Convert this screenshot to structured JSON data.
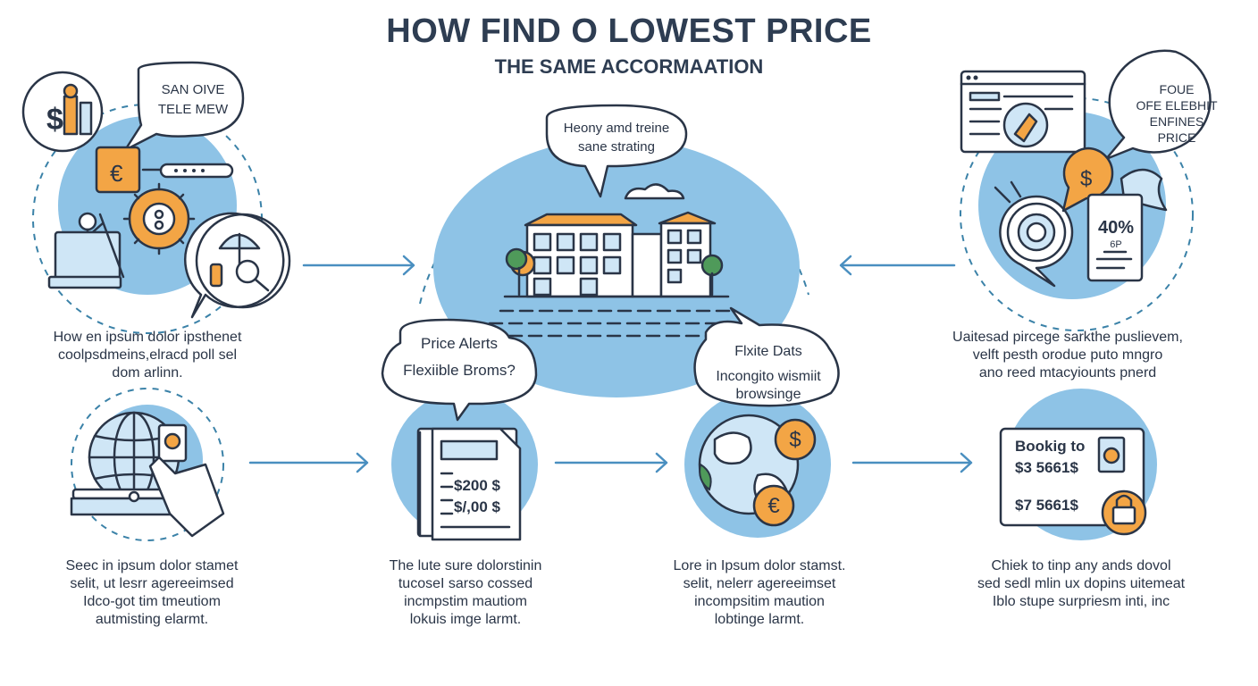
{
  "header": {
    "title": "HOW FIND O LOWEST PRICE",
    "subtitle": "THE SAME ACCORMAATION"
  },
  "bubbles": {
    "top_left": [
      "SAN OIVE",
      "TELE MEW"
    ],
    "center_top": [
      "Heony amd treine",
      "sane strating"
    ],
    "top_right": [
      "FOUE",
      "OFE ELEBHIT",
      "ENFINES",
      "PRICE"
    ],
    "price_alerts": [
      "Price Alerts",
      "Flexiible Broms?"
    ],
    "flexible_dates": [
      "Flxite Dats",
      "Incongito wismiit",
      "browsinge"
    ]
  },
  "captions": {
    "top_left": [
      "How en ipsum dolor ipsthenet",
      "coolpsdmeins,elracd poll sel",
      "dom arlinn."
    ],
    "top_right": [
      "Uaitesad pircege sarkthe puslievem,",
      "velft pesth orodue puto mngro",
      "ano reed mtacyiounts pnerd"
    ],
    "bottom_1": [
      "Seec in ipsum dolor stamet",
      "selit, ut lesrr agereeimsed",
      "Idco-got tim tmeutiom",
      "autmisting elarmt."
    ],
    "bottom_2": [
      "The lute sure dolorstinin",
      "tucoseI sarso cossed",
      "incmpstim mautiom",
      "lokuis imge larmt."
    ],
    "bottom_3": [
      "Lore in Ipsum dolor stamst.",
      "selit, nelerr agereeimset",
      "incompsitim maution",
      "lobtinge larmt."
    ],
    "bottom_4": [
      "Chiek to tinp any ands dovol",
      "sed sedl mlin ux dopins uitemeat",
      "Iblo stupe surpriesm inti, inc"
    ]
  },
  "illustrations": {
    "receipt_prices": [
      "$200 $",
      "$/,00 $"
    ],
    "booking_title": "Bookig to",
    "booking_prices": [
      "$3 5661$",
      "$7 5661$"
    ],
    "discount": "40%",
    "discount_sub": "6P",
    "currency_dollar": "$",
    "currency_euro": "€"
  },
  "colors": {
    "accent_blue": "#8ec3e6",
    "accent_orange": "#f3a545",
    "ink": "#2a3547",
    "arrow_blue": "#4a8fc0"
  },
  "icons": [
    "money-people-icon",
    "coin-euro-icon",
    "gear-icon",
    "umbrella-search-icon",
    "hotel-building-icon",
    "browser-window-icon",
    "target-icon",
    "discount-tag-icon",
    "globe-hand-icon",
    "receipt-icon",
    "globe-coins-icon",
    "booking-card-icon",
    "lock-icon"
  ]
}
